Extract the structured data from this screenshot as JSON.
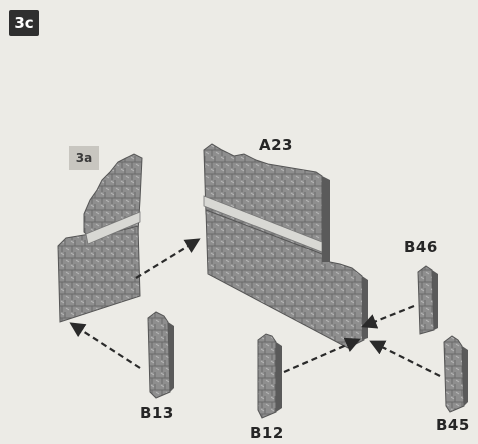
{
  "step_badge": "3c",
  "ref_badge": "3a",
  "parts": {
    "a23": "A23",
    "b46": "B46",
    "b13": "B13",
    "b12": "B12",
    "b45": "B45"
  },
  "colors": {
    "background": "#ecebe6",
    "part_fill": "#8e8e8e",
    "part_dark": "#5a5a5a",
    "part_light": "#bdbdbd",
    "arrow": "#2a2a2a",
    "badge_dark": "#2f2f2f"
  }
}
